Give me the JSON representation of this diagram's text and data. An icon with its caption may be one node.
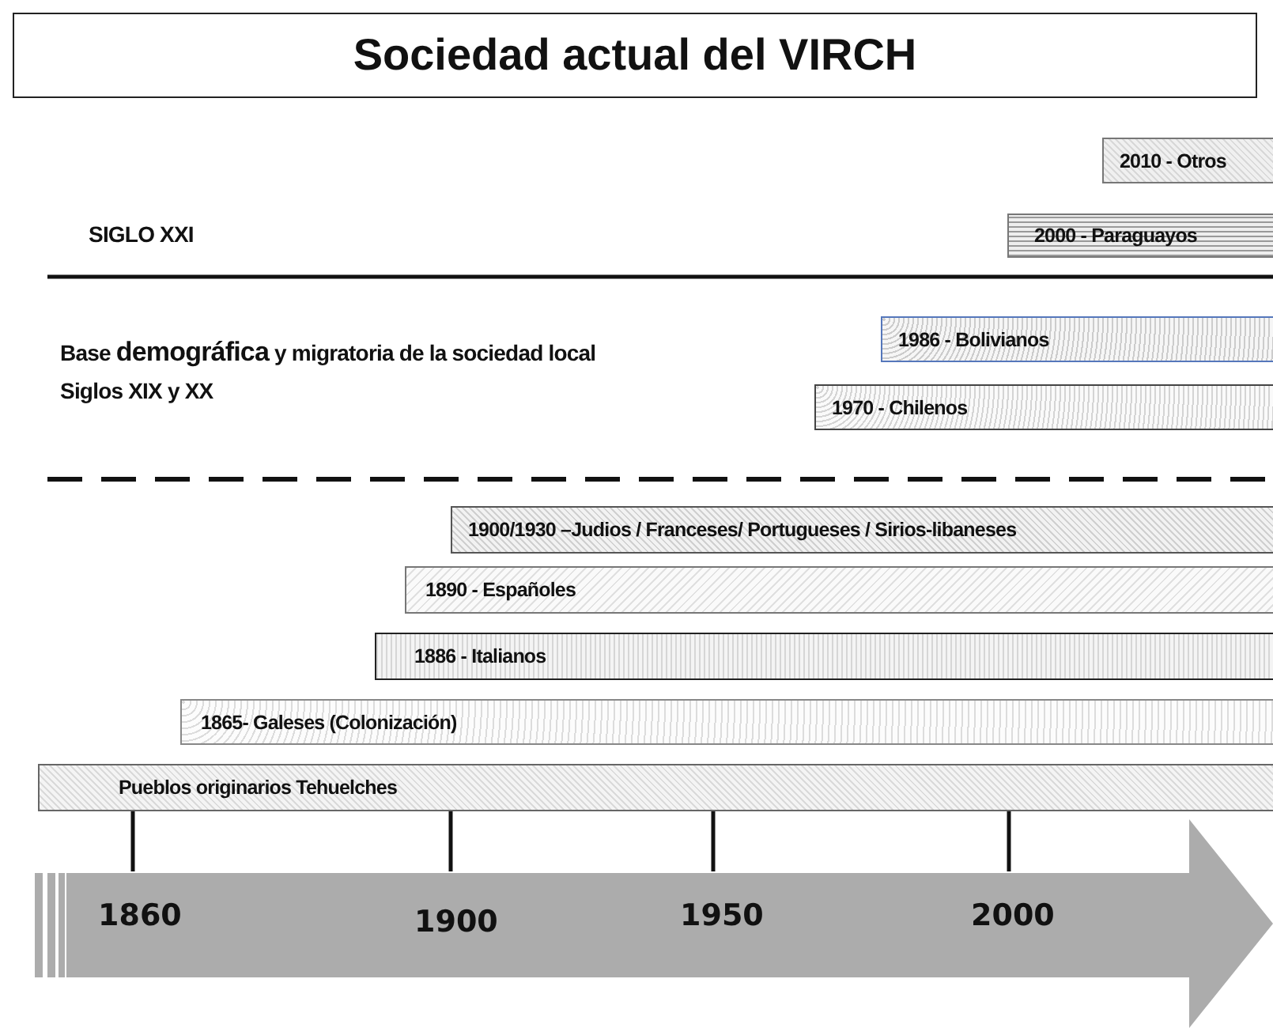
{
  "diagram": {
    "title": "Sociedad actual del VIRCH",
    "nodes": [
      {
        "text": [
          "2010 - Otros"
        ]
      },
      {
        "text": [
          "2000 - Paraguayos"
        ]
      },
      {
        "text": [
          "1986 - Bolivianos"
        ]
      },
      {
        "text": [
          "1970 - Chilenos"
        ]
      },
      {
        "text": [
          "1900/1930 –Judios / Franceses/ Portugueses / Sirios-libaneses"
        ]
      },
      {
        "text": [
          "1890 - Españoles"
        ]
      },
      {
        "text": [
          "1886 - Italianos"
        ]
      },
      {
        "text": [
          "1865- Galeses (Colonización)"
        ]
      },
      {
        "text": [
          "Pueblos originarios Tehuelches"
        ]
      }
    ],
    "edges": [],
    "labels": [
      "SIGLO XXI",
      "Base **demográfica** y migratoria de la sociedad local",
      "Siglos XIX y XX",
      "1860",
      "1900",
      "1950",
      "2000"
    ]
  }
}
